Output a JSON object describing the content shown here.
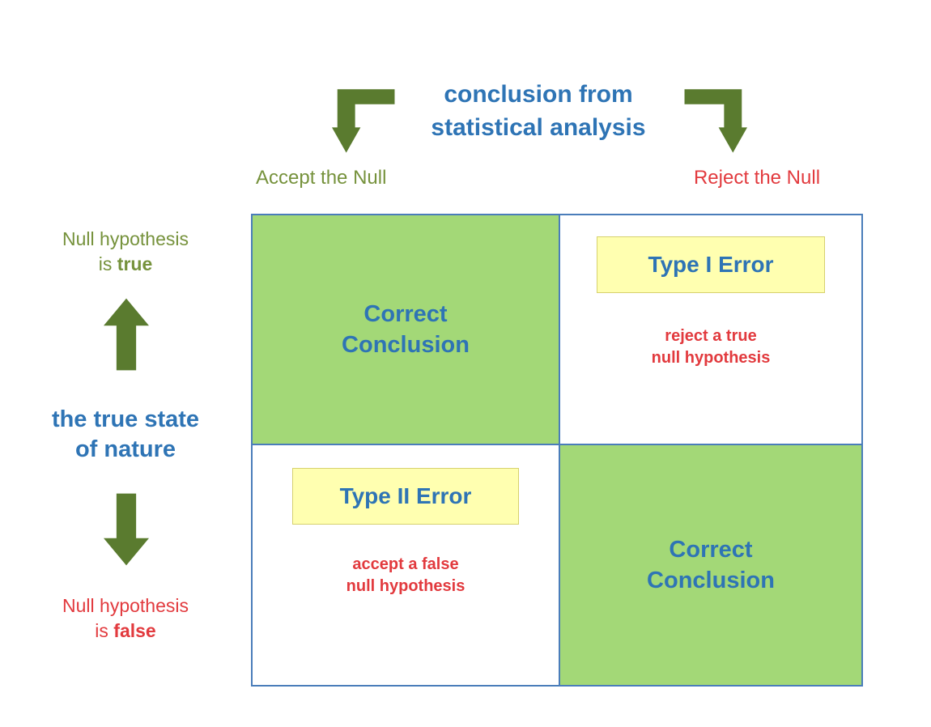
{
  "title": {
    "line1": "conclusion from",
    "line2": "statistical analysis"
  },
  "columns": {
    "accept": "Accept the Null",
    "reject": "Reject the Null"
  },
  "rows": {
    "true": {
      "line1": "Null hypothesis",
      "prefix": "is",
      "word": "true"
    },
    "axis": {
      "line1": "the true state",
      "line2": "of nature"
    },
    "false": {
      "line1": "Null hypothesis",
      "prefix": "is",
      "word": "false"
    }
  },
  "cells": {
    "top_left": {
      "line1": "Correct",
      "line2": "Conclusion"
    },
    "top_right": {
      "badge": "Type I Error",
      "desc1": "reject a true",
      "desc2": "null hypothesis"
    },
    "bottom_left": {
      "badge": "Type II Error",
      "desc1": "accept a false",
      "desc2": "null hypothesis"
    },
    "bottom_right": {
      "line1": "Correct",
      "line2": "Conclusion"
    }
  },
  "icons": {
    "top_left_arrow": "bent-down-arrow-icon",
    "top_right_arrow": "bent-down-arrow-icon",
    "axis_up": "up-block-arrow-icon",
    "axis_down": "down-block-arrow-icon"
  },
  "colors": {
    "blue": "#2e74b5",
    "olive": "#76923c",
    "red": "#e23a3e",
    "arrow_green": "#5a7b2f",
    "cell_green": "#a3d877",
    "badge_yellow": "#ffffb0",
    "badge_border": "#d6d16e",
    "grid_border": "#4a7dba"
  }
}
